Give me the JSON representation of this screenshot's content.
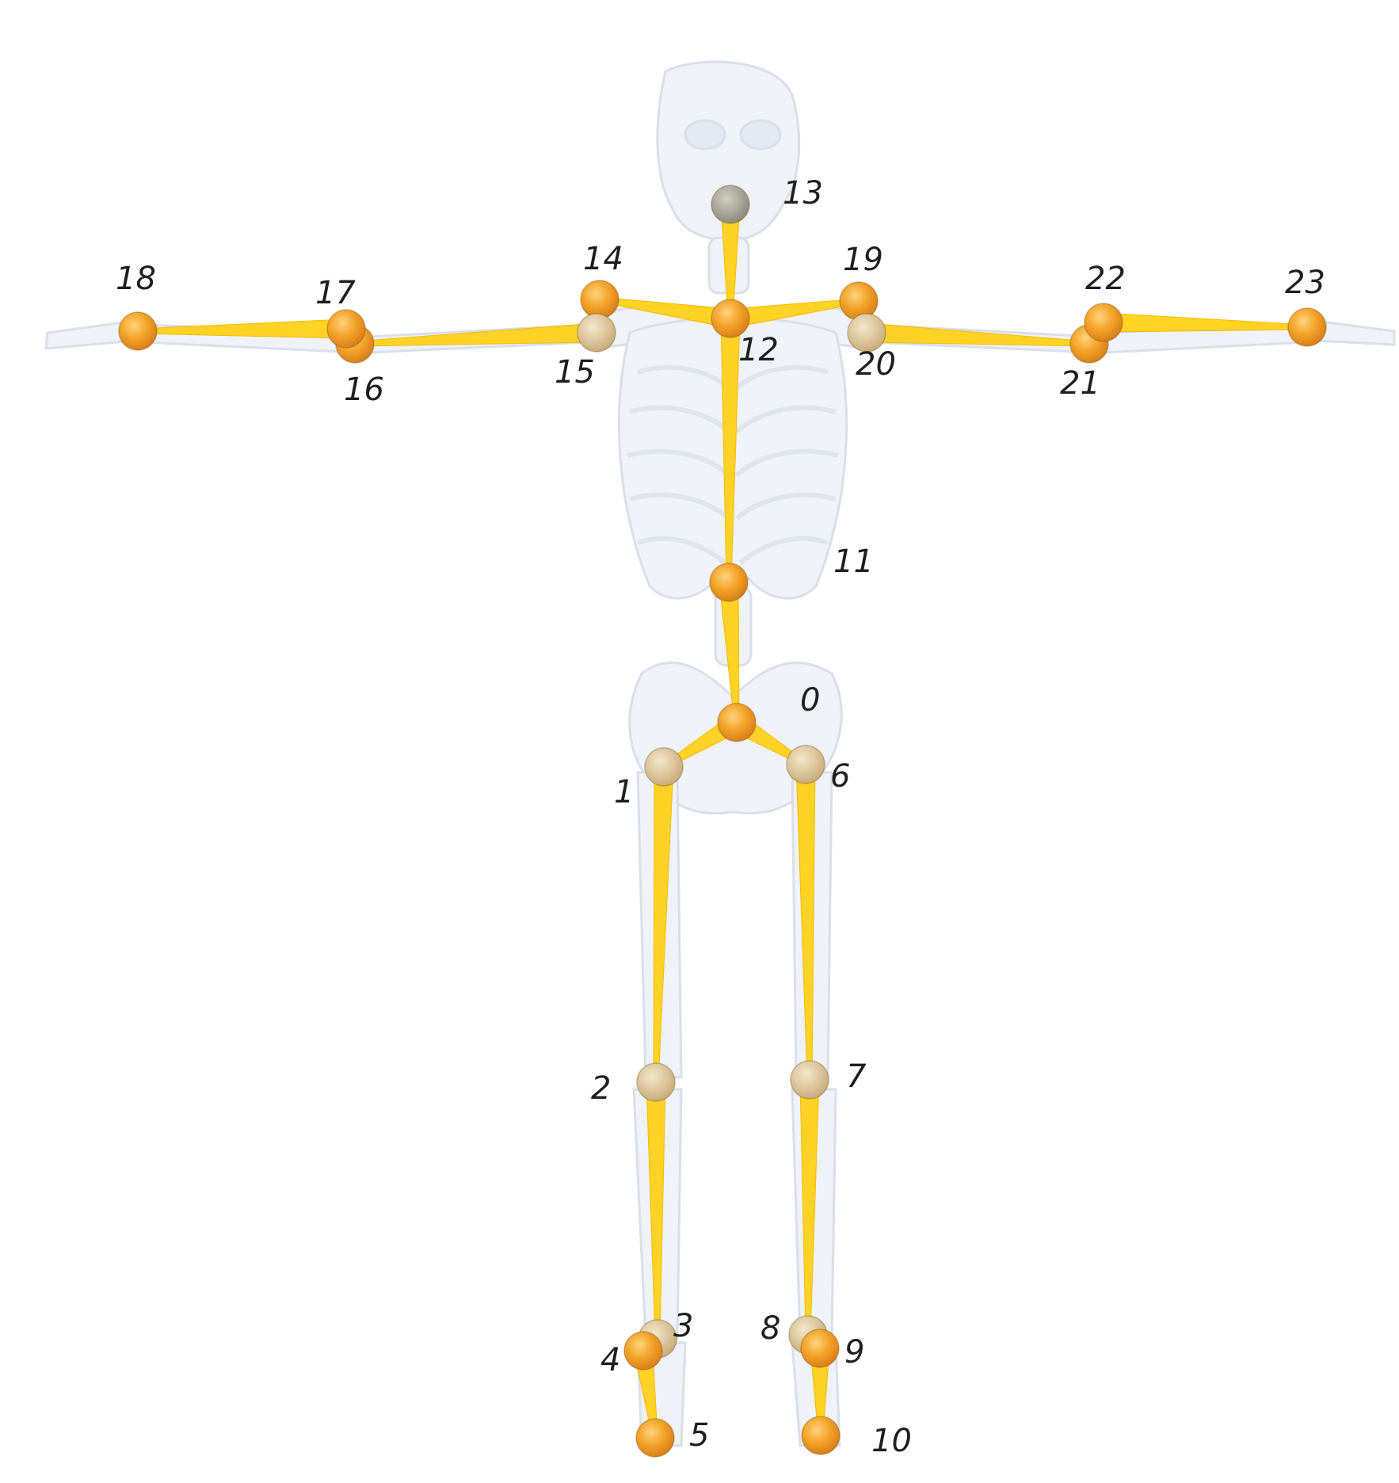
{
  "figure": {
    "description_visible_text": "joint index labels only",
    "colors": {
      "bone": "#e9edf5",
      "bone_outline": "#d3d9e6",
      "link": "#ffd21a",
      "link_dark": "#f5b800",
      "joint_orange": "#f2a227",
      "joint_pale": "#dcc59b",
      "joint_gray": "#a8a69a",
      "label": "#1f1f1f"
    }
  },
  "joints": [
    {
      "id": "0",
      "label": "0",
      "style": "orange"
    },
    {
      "id": "1",
      "label": "1",
      "style": "pale"
    },
    {
      "id": "2",
      "label": "2",
      "style": "pale"
    },
    {
      "id": "3",
      "label": "3",
      "style": "pale"
    },
    {
      "id": "4",
      "label": "4",
      "style": "orange"
    },
    {
      "id": "5",
      "label": "5",
      "style": "orange"
    },
    {
      "id": "6",
      "label": "6",
      "style": "pale"
    },
    {
      "id": "7",
      "label": "7",
      "style": "pale"
    },
    {
      "id": "8",
      "label": "8",
      "style": "pale"
    },
    {
      "id": "9",
      "label": "9",
      "style": "orange"
    },
    {
      "id": "10",
      "label": "10",
      "style": "orange"
    },
    {
      "id": "11",
      "label": "11",
      "style": "orange"
    },
    {
      "id": "12",
      "label": "12",
      "style": "orange"
    },
    {
      "id": "13",
      "label": "13",
      "style": "gray"
    },
    {
      "id": "14",
      "label": "14",
      "style": "orange"
    },
    {
      "id": "15",
      "label": "15",
      "style": "pale"
    },
    {
      "id": "16",
      "label": "16",
      "style": "orange"
    },
    {
      "id": "17",
      "label": "17",
      "style": "orange"
    },
    {
      "id": "18",
      "label": "18",
      "style": "orange"
    },
    {
      "id": "19",
      "label": "19",
      "style": "orange"
    },
    {
      "id": "20",
      "label": "20",
      "style": "pale"
    },
    {
      "id": "21",
      "label": "21",
      "style": "orange"
    },
    {
      "id": "22",
      "label": "22",
      "style": "orange"
    },
    {
      "id": "23",
      "label": "23",
      "style": "orange"
    }
  ],
  "links": [
    [
      "13",
      "12"
    ],
    [
      "12",
      "14"
    ],
    [
      "12",
      "19"
    ],
    [
      "12",
      "11"
    ],
    [
      "11",
      "0"
    ],
    [
      "14",
      "15"
    ],
    [
      "15",
      "16"
    ],
    [
      "16",
      "17"
    ],
    [
      "17",
      "18"
    ],
    [
      "19",
      "20"
    ],
    [
      "20",
      "21"
    ],
    [
      "21",
      "22"
    ],
    [
      "22",
      "23"
    ],
    [
      "0",
      "1"
    ],
    [
      "1",
      "2"
    ],
    [
      "2",
      "3"
    ],
    [
      "3",
      "4"
    ],
    [
      "4",
      "5"
    ],
    [
      "0",
      "6"
    ],
    [
      "6",
      "7"
    ],
    [
      "7",
      "8"
    ],
    [
      "8",
      "9"
    ],
    [
      "9",
      "10"
    ]
  ]
}
